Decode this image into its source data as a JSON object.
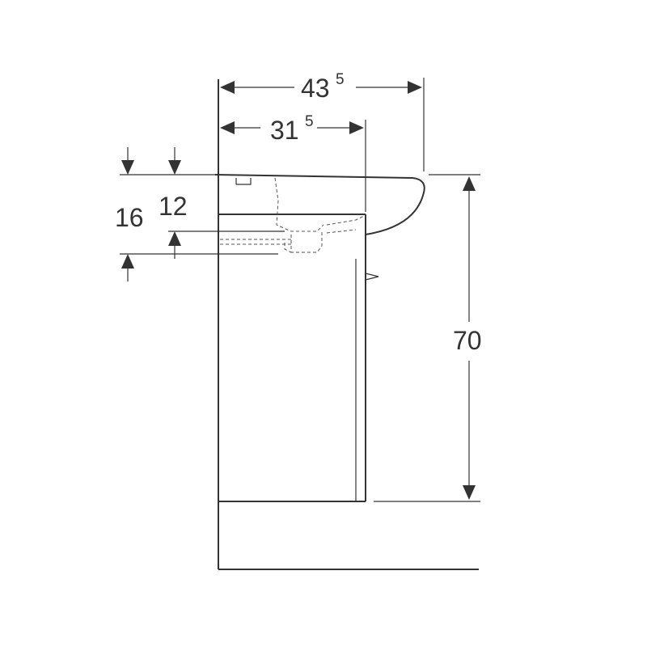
{
  "dimensions": {
    "overall_depth": {
      "value": "43",
      "sup": "5"
    },
    "basin_depth": {
      "value": "31",
      "sup": "5"
    },
    "drop_16": "16",
    "drop_12": "12",
    "height": "70"
  }
}
